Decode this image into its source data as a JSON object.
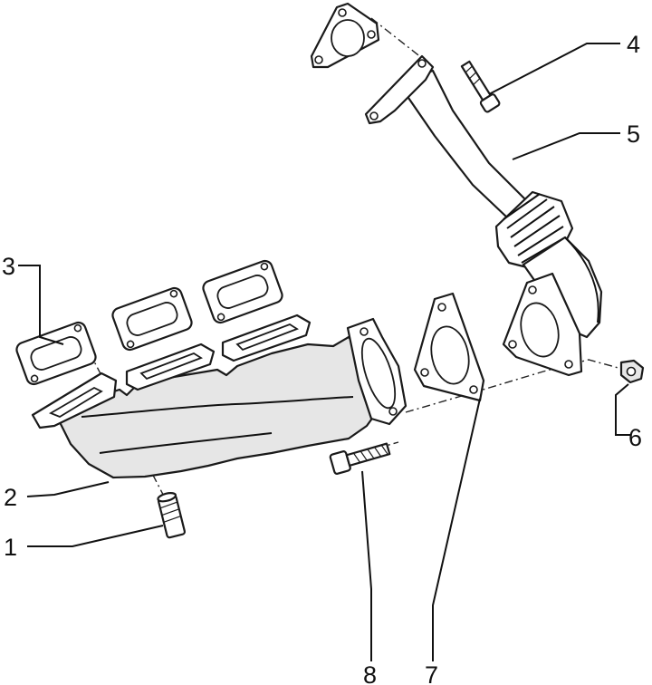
{
  "callouts": {
    "c1": "1",
    "c2": "2",
    "c3": "3",
    "c4": "4",
    "c5": "5",
    "c6": "6",
    "c7": "7",
    "c8": "8"
  },
  "colors": {
    "line": "#1a1a1a",
    "background": "#ffffff",
    "shade": "#e6e6e6"
  }
}
